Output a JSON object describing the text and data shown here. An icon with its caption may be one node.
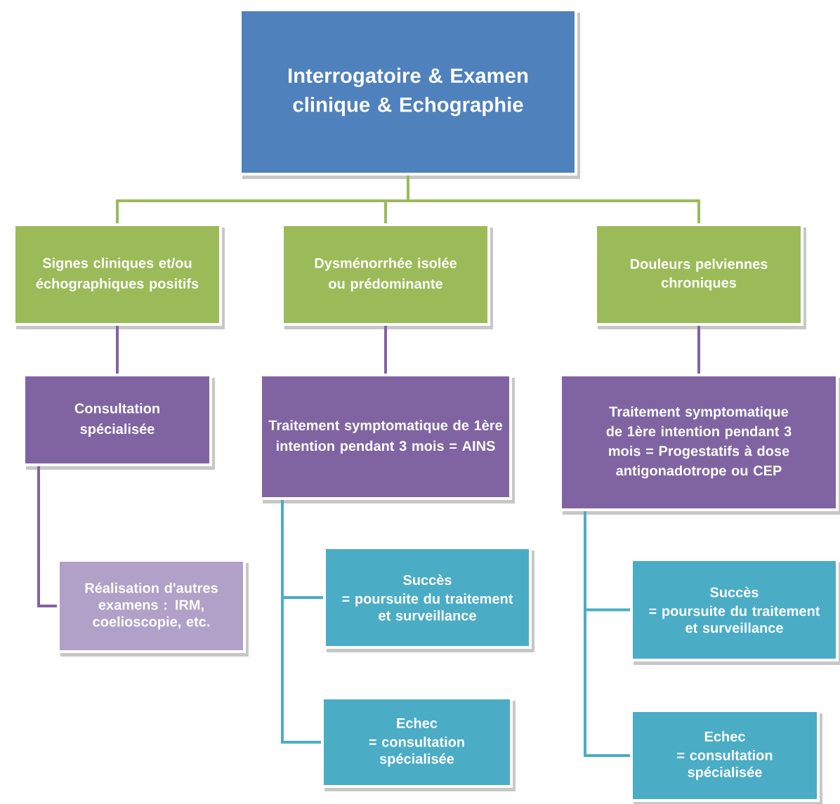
{
  "diagram": {
    "nodes": [
      {
        "text": [
          "Interrogatoire & Examen clinique & Echographie"
        ]
      },
      {
        "text": [
          "Signes cliniques et/ou échographiques positifs"
        ]
      },
      {
        "text": [
          "Dysménorrhée isolée ou prédominante"
        ]
      },
      {
        "text": [
          "Douleurs pelviennes chroniques"
        ]
      },
      {
        "text": [
          "Consultation spécialisée"
        ]
      },
      {
        "text": [
          "Traitement symptomatique de 1ère intention pendant 3 mois = AINS"
        ]
      },
      {
        "text": [
          "Traitement symptomatique de 1ère intention pendant 3 mois = Progestatifs à dose antigonadotrope ou CEP"
        ]
      },
      {
        "text": [
          "Réalisation d'autres examens : IRM, coelioscopie, etc."
        ]
      },
      {
        "text": [
          "Succès",
          "= poursuite du traitement et surveillance"
        ]
      },
      {
        "text": [
          "Echec",
          "= consultation spécialisée"
        ]
      },
      {
        "text": [
          "Succès",
          "= poursuite du traitement et surveillance"
        ]
      },
      {
        "text": [
          "Echec",
          "= consultation spécialisée"
        ]
      }
    ],
    "edges": [
      {
        "from": 0,
        "to": 1,
        "arrow": "none",
        "color": "#9bbb59"
      },
      {
        "from": 0,
        "to": 2,
        "arrow": "none",
        "color": "#9bbb59"
      },
      {
        "from": 0,
        "to": 3,
        "arrow": "none",
        "color": "#9bbb59"
      },
      {
        "from": 1,
        "to": 4,
        "arrow": "none",
        "color": "#8064a2"
      },
      {
        "from": 2,
        "to": 5,
        "arrow": "none",
        "color": "#8064a2"
      },
      {
        "from": 3,
        "to": 6,
        "arrow": "none",
        "color": "#8064a2"
      },
      {
        "from": 4,
        "to": 7,
        "arrow": "none",
        "color": "#8064a2"
      },
      {
        "from": 5,
        "to": 8,
        "arrow": "none",
        "color": "#4bacc6"
      },
      {
        "from": 5,
        "to": 9,
        "arrow": "none",
        "color": "#4bacc6"
      },
      {
        "from": 6,
        "to": 10,
        "arrow": "none",
        "color": "#4bacc6"
      },
      {
        "from": 6,
        "to": 11,
        "arrow": "none",
        "color": "#4bacc6"
      }
    ]
  }
}
